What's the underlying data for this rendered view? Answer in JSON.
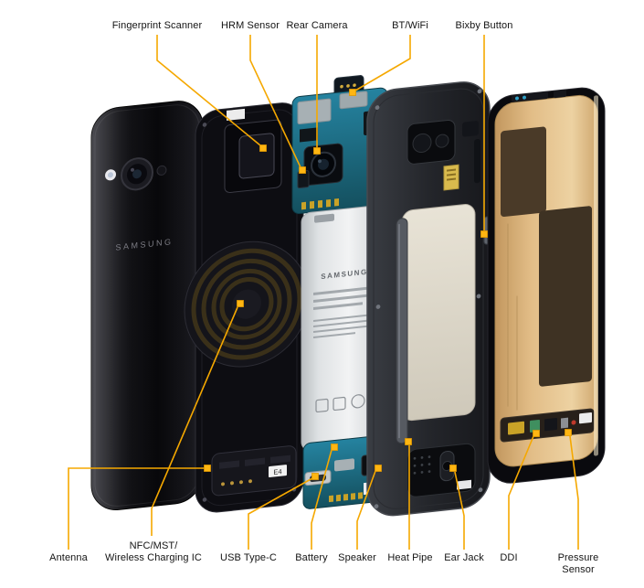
{
  "diagram_type": "smartphone-exploded-view-teardown",
  "colors": {
    "background": "#ffffff",
    "leader_line": "#F5A800",
    "marker_fill": "#FFB612",
    "label_text": "#141414",
    "pcb_teal": "#1F7490",
    "display_gold": "#E2BD87",
    "back_cover_black": "#0A0A0E"
  },
  "callouts": {
    "top": [
      {
        "id": "fingerprint-scanner",
        "label": "Fingerprint Scanner"
      },
      {
        "id": "hrm-sensor",
        "label": "HRM Sensor"
      },
      {
        "id": "rear-camera",
        "label": "Rear Camera"
      },
      {
        "id": "bt-wifi",
        "label": "BT/WiFi"
      },
      {
        "id": "bixby-button",
        "label": "Bixby Button"
      }
    ],
    "bottom": [
      {
        "id": "antenna",
        "label": "Antenna"
      },
      {
        "id": "nfc-mst-wireless-charging-ic",
        "label": "NFC/MST/\nWireless Charging IC"
      },
      {
        "id": "usb-type-c",
        "label": "USB Type-C"
      },
      {
        "id": "battery",
        "label": "Battery"
      },
      {
        "id": "speaker",
        "label": "Speaker"
      },
      {
        "id": "heat-pipe",
        "label": "Heat Pipe"
      },
      {
        "id": "ear-jack",
        "label": "Ear Jack"
      },
      {
        "id": "ddi",
        "label": "DDI"
      },
      {
        "id": "pressure-sensor",
        "label": "Pressure Sensor"
      }
    ]
  },
  "device_text": {
    "back_cover_logo": "SAMSUNG",
    "battery_logo": "SAMSUNG",
    "mid_frame_sticker": "E4"
  }
}
